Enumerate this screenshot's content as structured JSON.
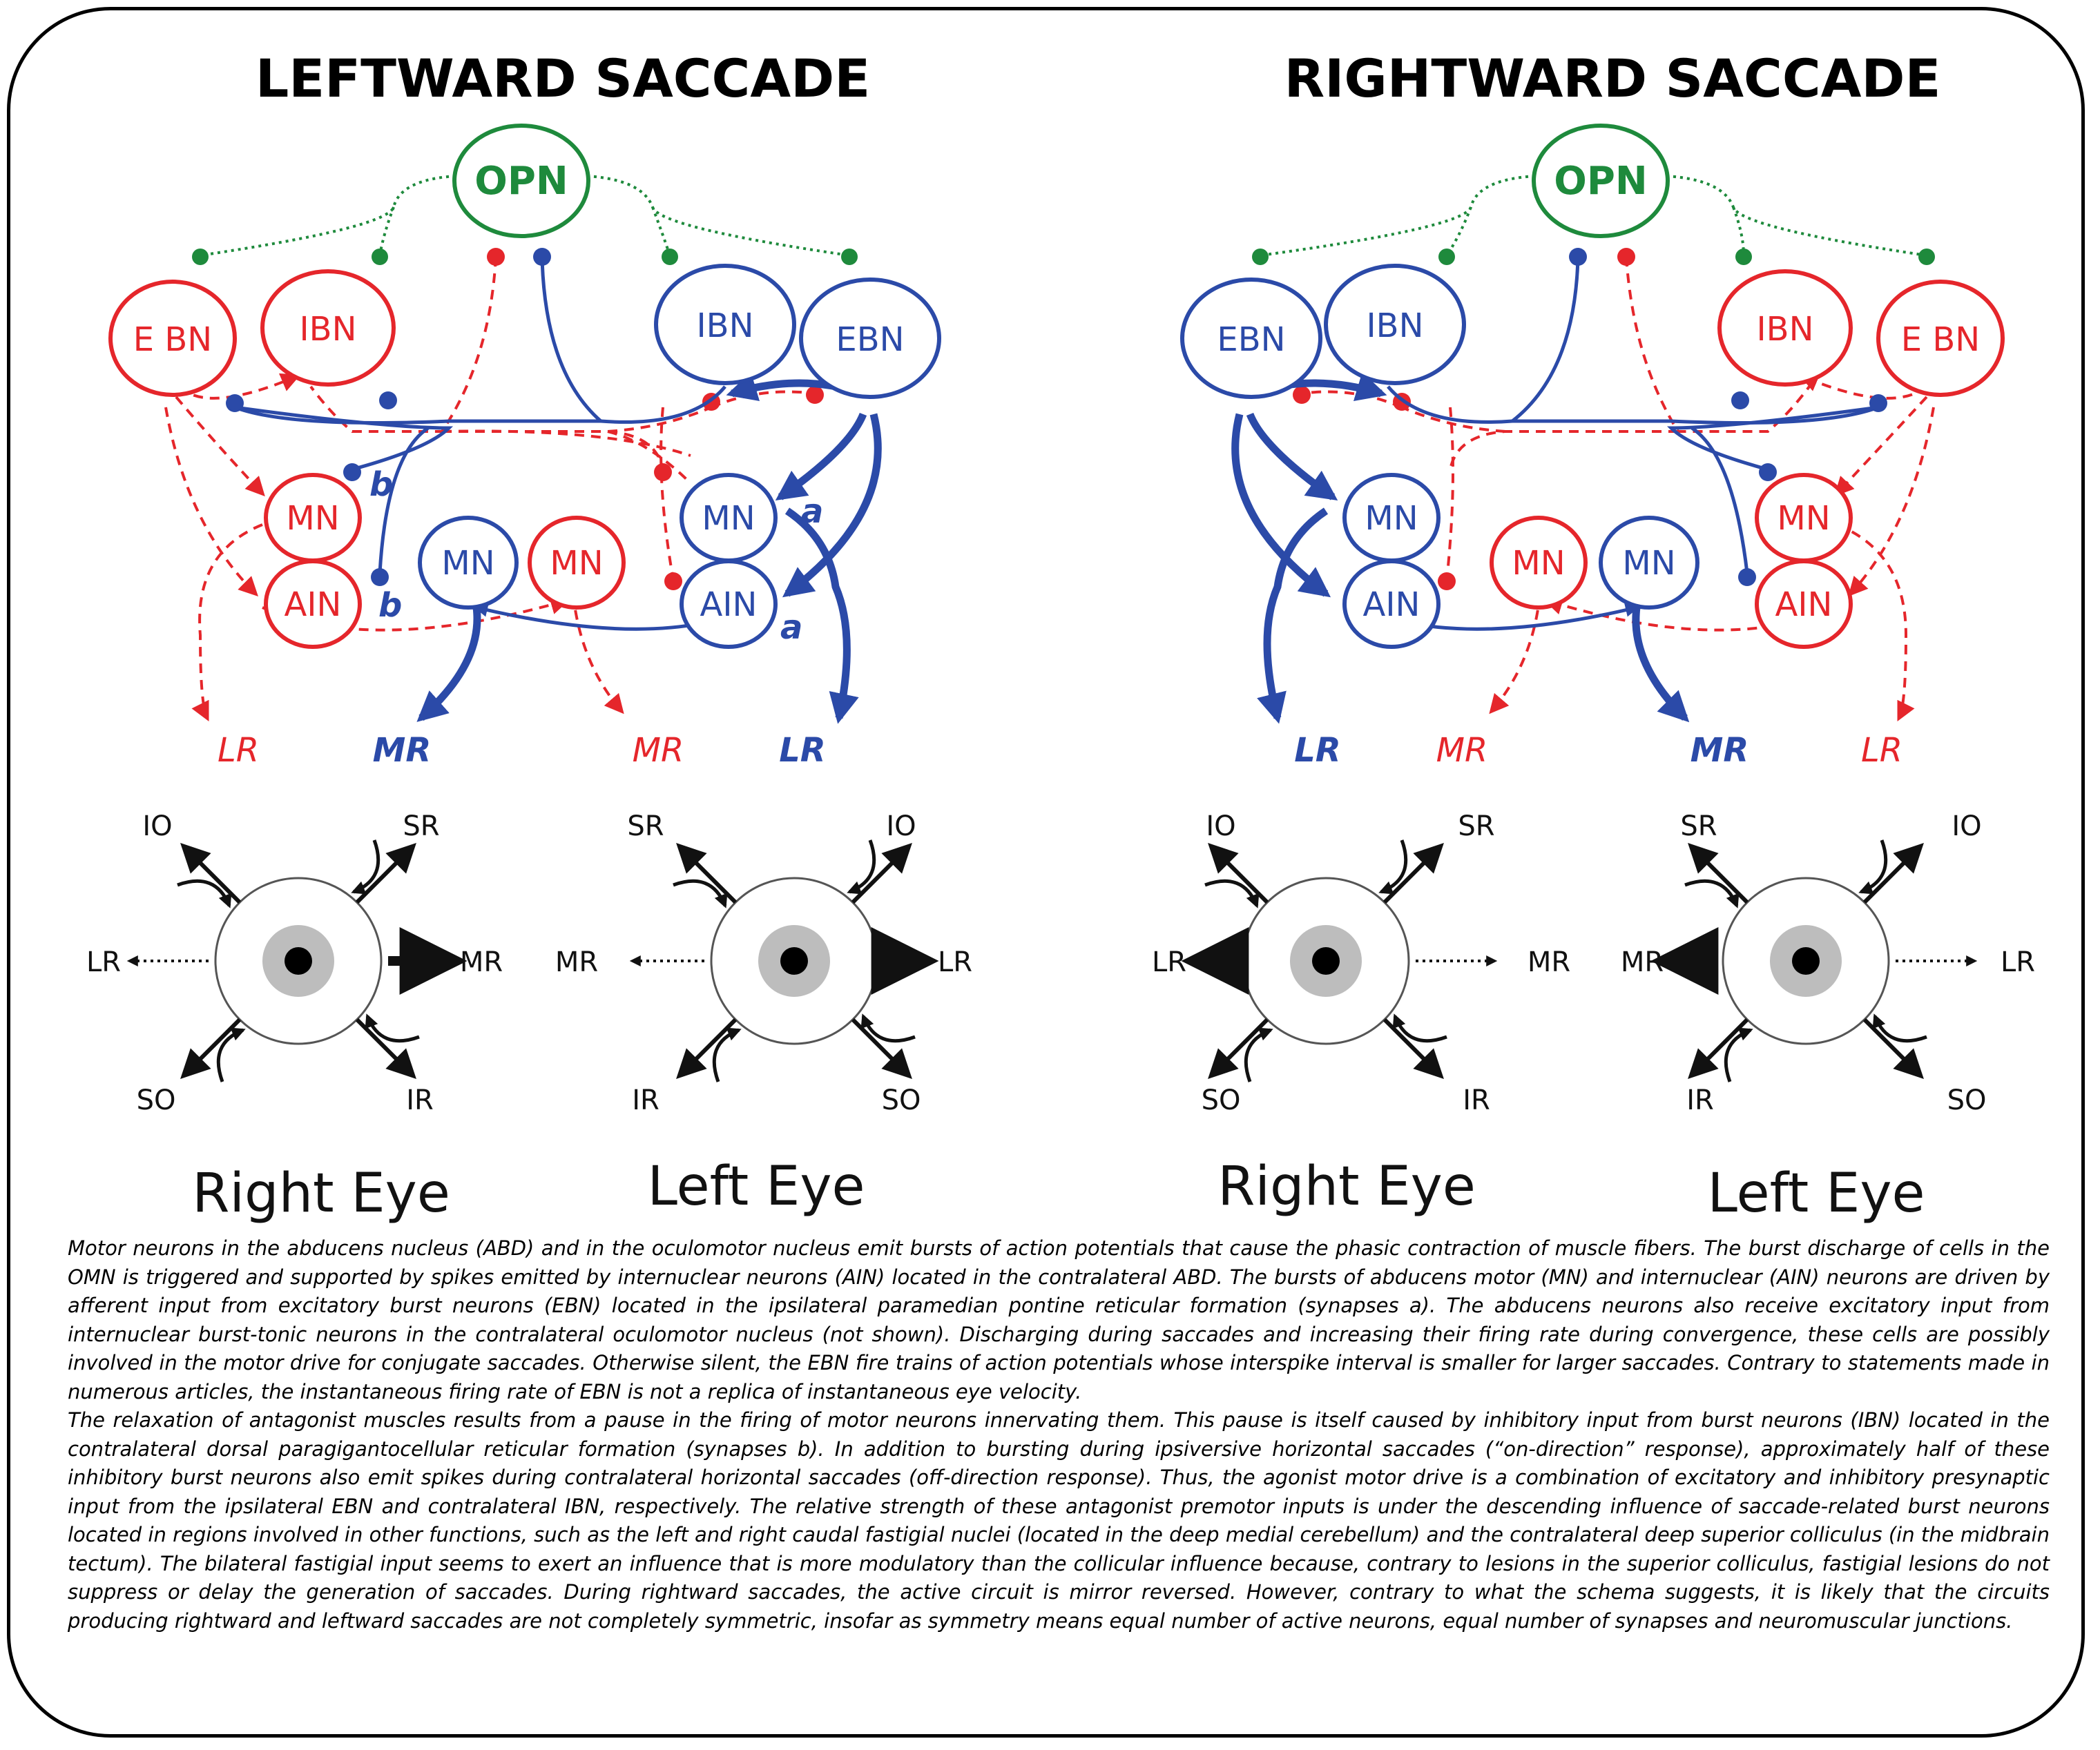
{
  "panels": [
    {
      "title": "LEFTWARD SACCADE",
      "opn": "OPN",
      "nodes": {
        "ebn_red": "E BN",
        "ibn_red": "IBN",
        "ibn_blue": "IBN",
        "ebn_blue": "EBN",
        "mn_red": "MN",
        "ain_red": "AIN",
        "mn_blue_center": "MN",
        "mn_red_center": "MN",
        "mn_blue": "MN",
        "ain_blue": "AIN"
      },
      "synapse_labels": [
        "b",
        "b",
        "a",
        "a"
      ],
      "muscles": [
        "LR",
        "MR",
        "MR",
        "LR"
      ],
      "eyes": [
        {
          "name": "Right Eye",
          "labels": {
            "top_left": "IO",
            "top_right": "SR",
            "left": "LR",
            "right": "MR",
            "bottom_left": "SO",
            "bottom_right": "IR"
          }
        },
        {
          "name": "Left Eye",
          "labels": {
            "top_left": "SR",
            "top_right": "IO",
            "left": "MR",
            "right": "LR",
            "bottom_left": "IR",
            "bottom_right": "SO"
          }
        }
      ]
    },
    {
      "title": "RIGHTWARD SACCADE",
      "opn": "OPN",
      "nodes": {
        "ebn_blue": "EBN",
        "ibn_blue": "IBN",
        "ibn_red": "IBN",
        "ebn_red": "E BN",
        "mn_blue": "MN",
        "ain_blue": "AIN",
        "mn_red_center": "MN",
        "mn_blue_center": "MN",
        "mn_red": "MN",
        "ain_red": "AIN"
      },
      "muscles": [
        "LR",
        "MR",
        "MR",
        "LR"
      ],
      "eyes": [
        {
          "name": "Right Eye",
          "labels": {
            "top_left": "IO",
            "top_right": "SR",
            "left": "LR",
            "right": "MR",
            "bottom_left": "SO",
            "bottom_right": "IR"
          }
        },
        {
          "name": "Left Eye",
          "labels": {
            "top_left": "SR",
            "top_right": "IO",
            "left": "MR",
            "right": "LR",
            "bottom_left": "IR",
            "bottom_right": "SO"
          }
        }
      ]
    }
  ],
  "colors": {
    "excitatory_active": "#2b4aa8",
    "inhibitory_inactive": "#e5262b",
    "opn": "#1e8a3c"
  },
  "caption": [
    "Motor neurons in the abducens nucleus (ABD) and in the oculomotor nucleus emit bursts of action potentials that cause the phasic contraction of muscle fibers. The burst discharge of cells in the OMN is triggered and supported by spikes emitted by internuclear neurons (AIN) located in the contralateral ABD. The bursts of abducens motor (MN) and internuclear (AIN) neurons are driven by afferent input from excitatory burst neurons (EBN) located in the ipsilateral paramedian pontine reticular formation (synapses a). The abducens neurons also receive excitatory input from internuclear burst-tonic neurons in the contralateral oculomotor nucleus (not shown). Discharging during saccades and increasing their firing rate during convergence, these cells are possibly involved in the motor drive for conjugate saccades. Otherwise silent, the EBN fire trains of action potentials whose interspike interval is smaller for larger saccades. Contrary to statements made in numerous articles, the instantaneous firing rate of EBN is not a replica of instantaneous eye velocity.",
    "The relaxation of antagonist muscles results from a pause in the firing of motor neurons innervating them. This pause is itself caused by inhibitory input from burst neurons (IBN) located in the contralateral dorsal paragigantocellular reticular formation (synapses b). In addition to bursting during ipsiversive horizontal saccades (“on-direction” response), approximately half of these inhibitory burst neurons also emit spikes during contralateral horizontal saccades (off-direction response). Thus, the agonist motor drive is a combination of excitatory and inhibitory presynaptic input from the ipsilateral EBN and contralateral IBN, respectively. The relative strength of these antagonist premotor inputs is under the descending influence of saccade-related burst neurons located in regions involved in other functions, such as the left and right caudal fastigial nuclei (located in the deep medial cerebellum) and the contralateral deep superior colliculus (in the midbrain tectum). The bilateral fastigial input seems to exert an influence that is more modulatory than the collicular influence because, contrary to lesions in the superior colliculus, fastigial lesions do not suppress or delay the generation of saccades. During rightward saccades, the active circuit is mirror reversed. However, contrary to what the schema suggests, it is likely that the circuits producing rightward and leftward saccades are not completely symmetric, insofar as symmetry means equal number of active neurons, equal number of synapses and neuromuscular junctions."
  ]
}
